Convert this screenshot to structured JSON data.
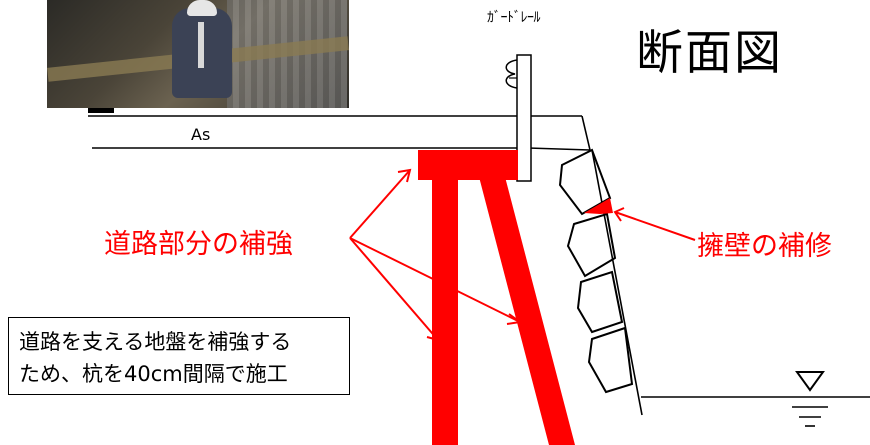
{
  "title": "断面図",
  "guardrail_label": "ｶﾞｰﾄﾞﾚｰﾙ",
  "asphalt_label": "As",
  "road_reinforcement_label": "道路部分の補強",
  "wall_repair_label": "擁壁の補修",
  "note": {
    "line1": "道路を支える地盤を補強する",
    "line2": "ため、杭を40cm間隔で施工"
  },
  "colors": {
    "accent": "#ff0000",
    "line": "#000000"
  },
  "icons": [
    "site-photo",
    "water-level-icon"
  ]
}
